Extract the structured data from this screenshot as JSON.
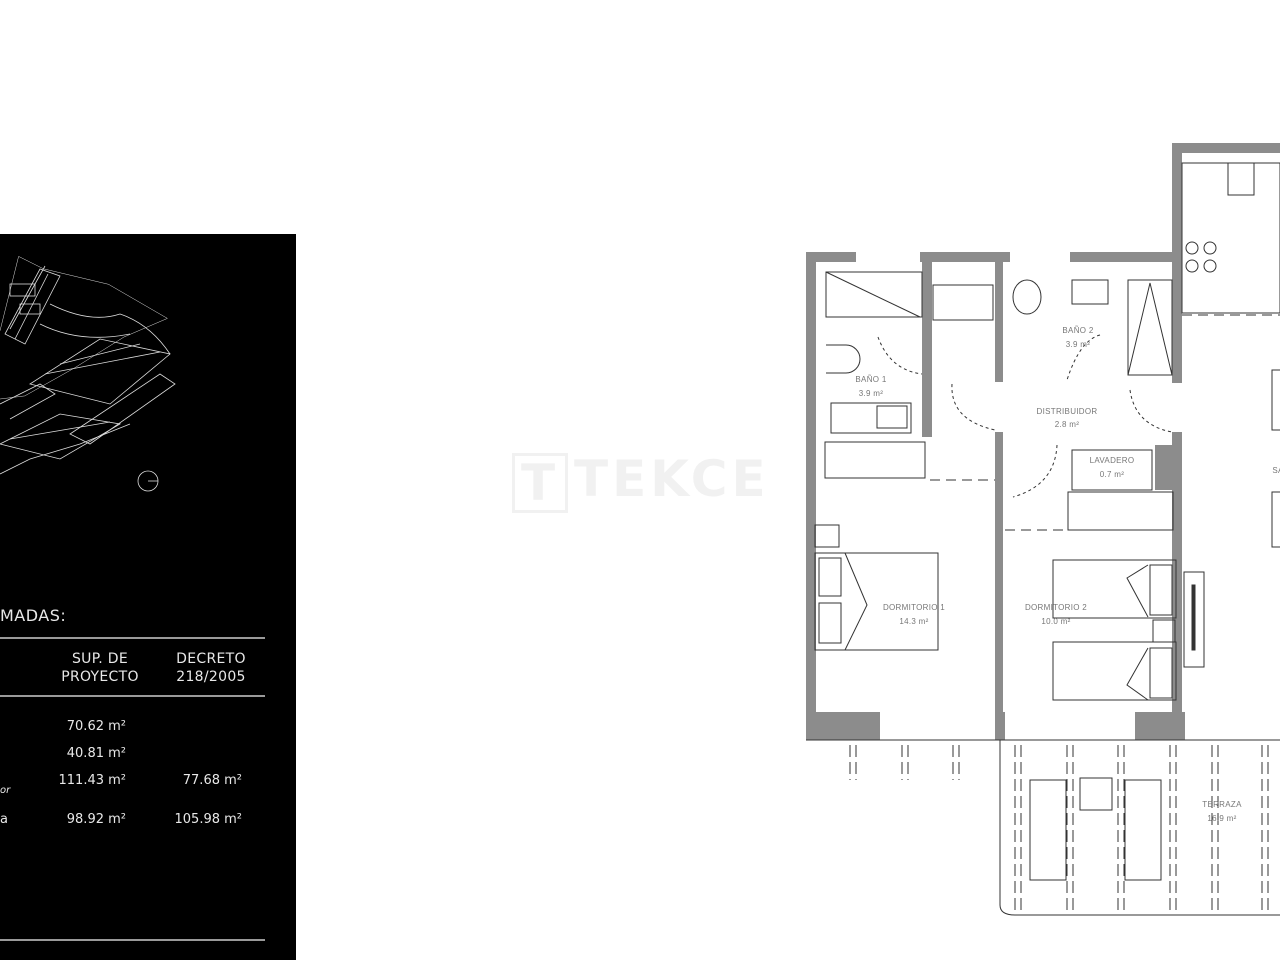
{
  "watermark": {
    "box_letter": "T",
    "text": "TEKCE"
  },
  "info_panel": {
    "heading_fragment": "MADAS:",
    "columns": [
      {
        "line1": "SUP. DE",
        "line2": "PROYECTO"
      },
      {
        "line1": "DECRETO",
        "line2": "218/2005"
      }
    ],
    "rows": [
      {
        "label_fragment": "",
        "proyecto": "70.62 m²",
        "decreto": ""
      },
      {
        "label_fragment": "",
        "proyecto": "40.81 m²",
        "decreto": ""
      },
      {
        "label_fragment": "or",
        "proyecto": "111.43 m²",
        "decreto": "77.68 m²"
      },
      {
        "label_fragment": "a",
        "proyecto": "98.92 m²",
        "decreto": "105.98 m²"
      }
    ]
  },
  "floor_plan": {
    "rooms": [
      {
        "name": "BAÑO 1",
        "area": "3.9 m²"
      },
      {
        "name": "BAÑO 2",
        "area": "3.9 m²"
      },
      {
        "name": "DISTRIBUIDOR",
        "area": "2.8 m²"
      },
      {
        "name": "LAVADERO",
        "area": "0.7 m²"
      },
      {
        "name": "DORMITORIO 1",
        "area": "14.3 m²"
      },
      {
        "name": "DORMITORIO 2",
        "area": "10.0 m²"
      },
      {
        "name": "TERRAZA",
        "area": "16.9 m²"
      },
      {
        "name": "SA",
        "area": ""
      }
    ],
    "wall_color": "#8c8c8c"
  }
}
